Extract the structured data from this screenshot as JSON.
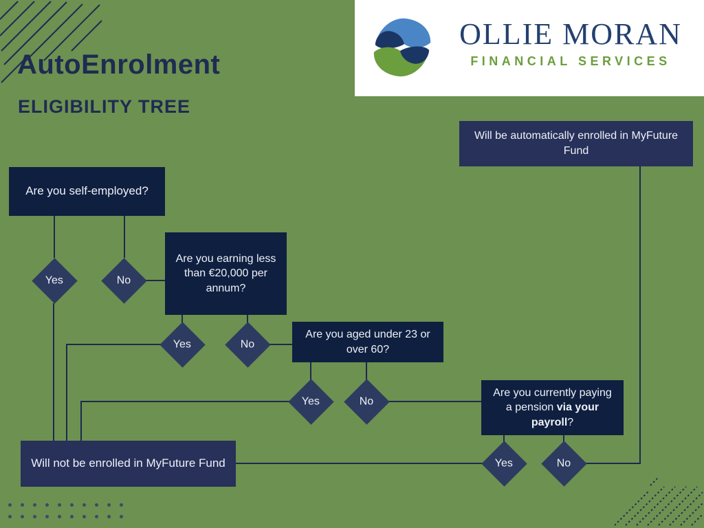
{
  "page": {
    "title_line1": "AutoEnrolment",
    "title_line2": "ELIGIBILITY TREE"
  },
  "logo": {
    "name": "OLLIE MORAN",
    "tagline": "FINANCIAL SERVICES"
  },
  "flow": {
    "q1": "Are you self-employed?",
    "q2": "Are you earning less than €20,000 per annum?",
    "q3": "Are you aged under 23 or over 60?",
    "q4_prefix": "Are you currently paying a pension ",
    "q4_bold": "via your payroll",
    "q4_suffix": "?",
    "outcome_enrolled": "Will be automatically enrolled in MyFuture Fund",
    "outcome_not_enrolled": "Will not be enrolled in MyFuture Fund",
    "yes": "Yes",
    "no": "No"
  },
  "colors": {
    "background": "#6d9150",
    "question_box": "#0f1f40",
    "outcome_box": "#27315a",
    "diamond": "#2e3b60",
    "line": "#1c2950",
    "title": "#1f2b52",
    "text_light": "#eef1f6",
    "logo_navy": "#24406e",
    "logo_green": "#6b9e3d",
    "logo_blue": "#4a86c5",
    "logo_dark": "#1b3564",
    "dots": "#3e4a68"
  }
}
